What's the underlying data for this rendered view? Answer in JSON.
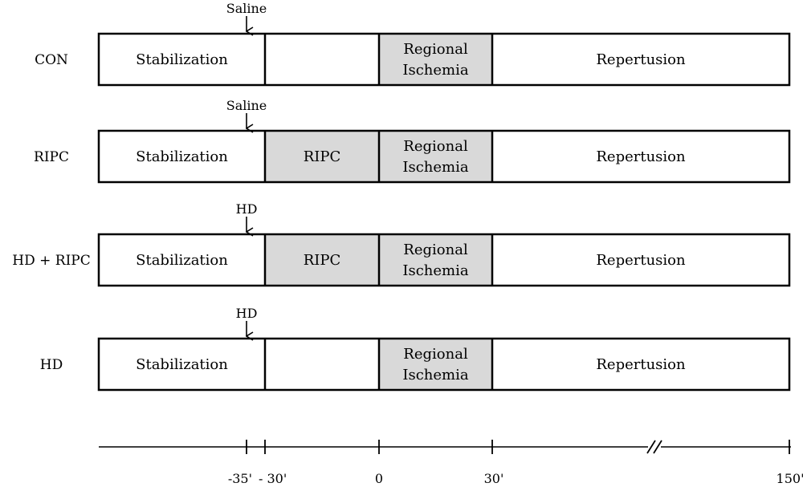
{
  "colors": {
    "shaded": "#d9d9d9",
    "plain": "#ffffff",
    "stroke": "#000000"
  },
  "rows": [
    {
      "label": "CON",
      "marker": "Saline",
      "segments": [
        {
          "text": [
            "Stabilization"
          ],
          "shaded": false
        },
        {
          "text": [],
          "shaded": false
        },
        {
          "text": [
            "Regional",
            "Ischemia"
          ],
          "shaded": true
        },
        {
          "text": [
            "Repertusion"
          ],
          "shaded": false
        }
      ]
    },
    {
      "label": "RIPC",
      "marker": "Saline",
      "segments": [
        {
          "text": [
            "Stabilization"
          ],
          "shaded": false
        },
        {
          "text": [
            "RIPC"
          ],
          "shaded": true
        },
        {
          "text": [
            "Regional",
            "Ischemia"
          ],
          "shaded": true
        },
        {
          "text": [
            "Repertusion"
          ],
          "shaded": false
        }
      ]
    },
    {
      "label": "HD + RIPC",
      "marker": "HD",
      "segments": [
        {
          "text": [
            "Stabilization"
          ],
          "shaded": false
        },
        {
          "text": [
            "RIPC"
          ],
          "shaded": true
        },
        {
          "text": [
            "Regional",
            "Ischemia"
          ],
          "shaded": true
        },
        {
          "text": [
            "Repertusion"
          ],
          "shaded": false
        }
      ]
    },
    {
      "label": "HD",
      "marker": "HD",
      "segments": [
        {
          "text": [
            "Stabilization"
          ],
          "shaded": false
        },
        {
          "text": [],
          "shaded": false
        },
        {
          "text": [
            "Regional",
            "Ischemia"
          ],
          "shaded": true
        },
        {
          "text": [
            "Repertusion"
          ],
          "shaded": false
        }
      ]
    }
  ],
  "timeline": {
    "ticks": [
      "-35'",
      "- 30'",
      "0",
      "30'",
      "150'"
    ]
  }
}
